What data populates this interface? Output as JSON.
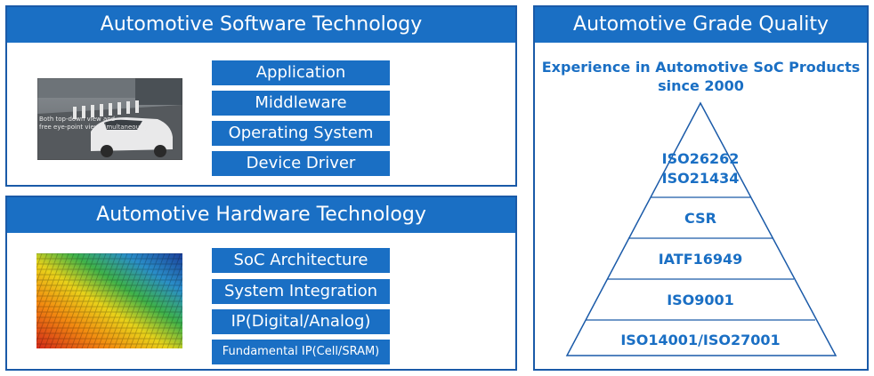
{
  "software": {
    "title": "Automotive Software Technology",
    "photo_caption_line1": "Both top-down view and",
    "photo_caption_line2": "free eye-point view simultaneously",
    "layers": [
      "Application",
      "Middleware",
      "Operating System",
      "Device Driver"
    ]
  },
  "hardware": {
    "title": "Automotive Hardware Technology",
    "layers": [
      "SoC Architecture",
      "System Integration",
      "IP(Digital/Analog)",
      "Fundamental IP(Cell/SRAM)"
    ]
  },
  "quality": {
    "title": "Automotive Grade Quality",
    "subtitle_line1": "Experience in Automotive SoC Products",
    "subtitle_line2": "since 2000",
    "pyramid": [
      "ISO26262",
      "ISO21434",
      "CSR",
      "IATF16949",
      "ISO9001",
      "ISO14001/ISO27001"
    ]
  },
  "colors": {
    "accent": "#1a6fc4",
    "border": "#1a5aa8"
  }
}
